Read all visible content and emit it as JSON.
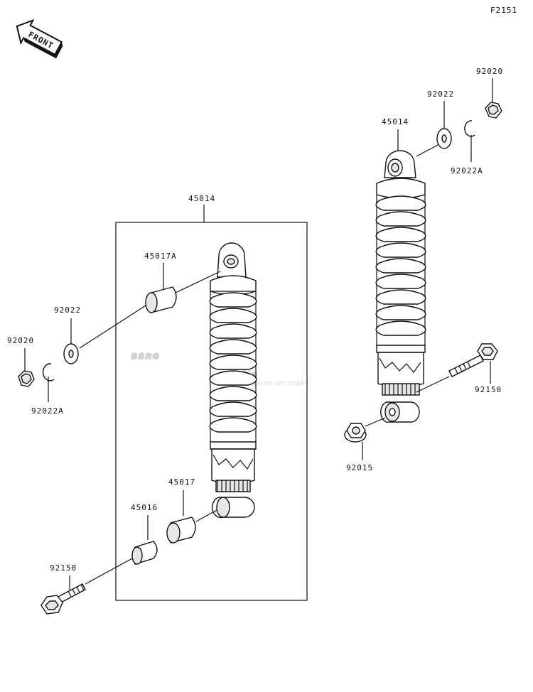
{
  "diagram_code": "F2151",
  "front_label": "FRONT",
  "watermark": {
    "logo": "BBRG",
    "sub": "Racing",
    "tagline": "where champions are made"
  },
  "callouts": {
    "assembly_left": "45014",
    "assembly_right": "45014",
    "bushing_top_left": "45017A",
    "washer_left": "92022",
    "nut_left": "92020",
    "clip_left": "92022A",
    "bushing_bottom_left": "45017",
    "collar_left": "45016",
    "bolt_left": "92150",
    "washer_right": "92022",
    "nut_right": "92020",
    "clip_right": "92022A",
    "bolt_right": "92150",
    "nut_bottom_right": "92015"
  }
}
